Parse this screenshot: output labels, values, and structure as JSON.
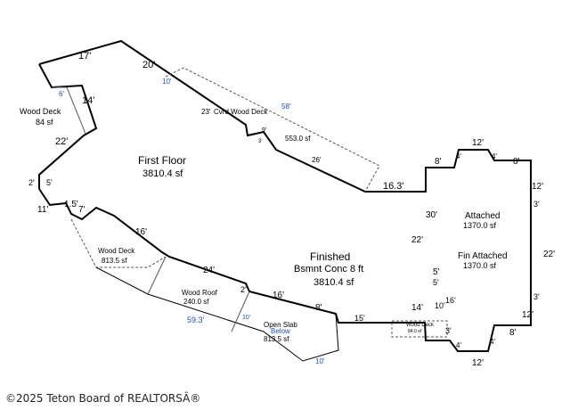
{
  "colors": {
    "line": "#000000",
    "dash": "#555555",
    "blue": "#1f4fa8"
  },
  "labels": {
    "first_floor": "First Floor",
    "first_floor_sf": "3810.4 sf",
    "finished": "Finished",
    "bsmnt": "Bsmnt Conc 8 ft",
    "bsmnt_sf": "3810.4 sf",
    "attached": "Attached",
    "attached_sf": "1370.0 sf",
    "fin_attached": "Fin Attached",
    "fin_attached_sf": "1370.0 sf",
    "wood_deck_left": "Wood Deck",
    "wood_deck_left_sf": "84 sf",
    "cvrd_deck_prefix": "23'",
    "cvrd_deck": "Cvrd Wood Deck",
    "cvrd_deck_sf": "553.0 sf",
    "wood_deck_lower": "Wood Deck",
    "wood_deck_lower_sf": "813.5 sf",
    "wood_roof": "Wood Roof",
    "wood_roof_sf": "240.0 sf",
    "open_slab": "Open Slab",
    "below": "Below",
    "open_slab_sf": "813.5 sf",
    "wood_deck_small": "Wood Deck",
    "wood_deck_small_sf": "84.0 sf"
  },
  "dims": {
    "d17": "17'",
    "d20": "20'",
    "d14": "14'",
    "d22a": "22'",
    "d2": "2'",
    "d5a": "5'",
    "d11": "11'",
    "d15": "1.5'",
    "d7": "7'",
    "d16a": "16'",
    "d24": "24'",
    "d2b": "2'",
    "d16b": "16'",
    "d8a": "8'",
    "d15b": "15'",
    "d14b": "14'",
    "d30": "30'",
    "d22b": "22'",
    "d5b": "5'",
    "d5c": "5'",
    "d16c": "16'",
    "d10": "10'",
    "d163": "16.3'",
    "d8b": "8'",
    "d4a": "4'",
    "d12a": "12'",
    "d4b": "4'",
    "d8c": "8'",
    "d12b": "12'",
    "d3a": "3'",
    "d22c": "22'",
    "d3b": "3'",
    "d12c": "12'",
    "d8d": "8'",
    "d4c": "4'",
    "d12d": "12'",
    "d4d": "4'",
    "d3c": "3'",
    "d26": "26'",
    "d9": "9'",
    "d3d": "3'",
    "b6": "6'",
    "b10a": "10'",
    "b58": "58'",
    "b593": "59.3'",
    "b10b": "10'",
    "b10c": "10'"
  },
  "footer": "©2025 Teton Board of REALTORSÂ®"
}
